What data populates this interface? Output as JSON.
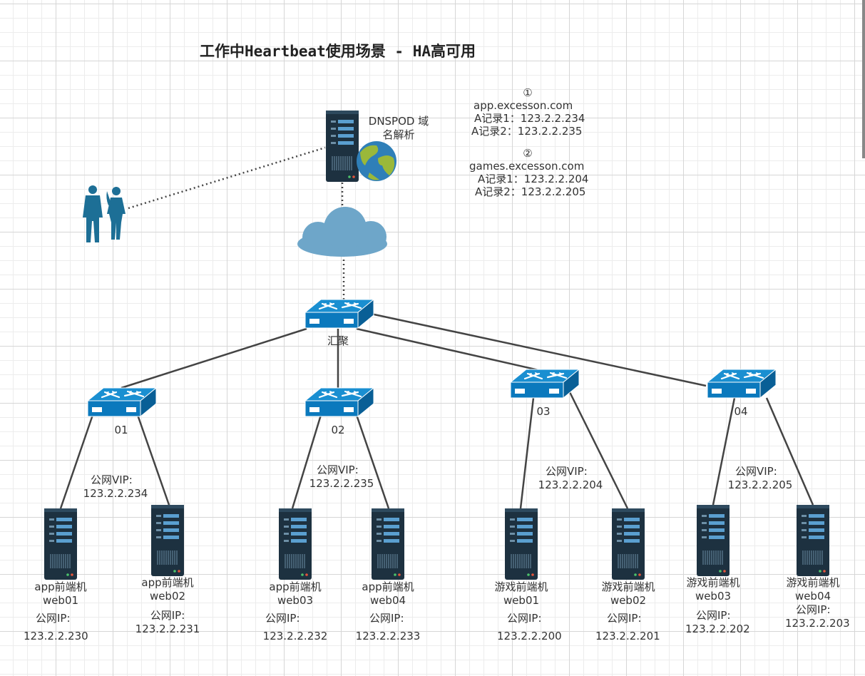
{
  "title": "工作中Heartbeat使用场景 - HA高可用",
  "dns": {
    "label_line1": "DNSPOD 域",
    "label_line2": "名解析"
  },
  "records": [
    {
      "marker": "①",
      "domain": "app.excesson.com",
      "a1": "A记录1：123.2.2.234",
      "a2": "A记录2：123.2.2.235"
    },
    {
      "marker": "②",
      "domain": "games.excesson.com",
      "a1": "A记录1：123.2.2.204",
      "a2": "A记录2：123.2.2.205"
    }
  ],
  "core_switch": {
    "label": "汇聚"
  },
  "groups": [
    {
      "switch_label": "01",
      "vip_label": "公网VIP:",
      "vip": "123.2.2.234"
    },
    {
      "switch_label": "02",
      "vip_label": "公网VIP:",
      "vip": "123.2.2.235"
    },
    {
      "switch_label": "03",
      "vip_label": "公网VIP:",
      "vip": "123.2.2.204"
    },
    {
      "switch_label": "04",
      "vip_label": "公网VIP:",
      "vip": "123.2.2.205"
    }
  ],
  "servers": [
    {
      "role": "app前端机",
      "host": "web01",
      "ip_label": "公网IP:",
      "ip": "123.2.2.230"
    },
    {
      "role": "app前端机",
      "host": "web02",
      "ip_label": "公网IP:",
      "ip": "123.2.2.231"
    },
    {
      "role": "app前端机",
      "host": "web03",
      "ip_label": "公网IP:",
      "ip": "123.2.2.232"
    },
    {
      "role": "app前端机",
      "host": "web04",
      "ip_label": "公网IP:",
      "ip": "123.2.2.233"
    },
    {
      "role": "游戏前端机",
      "host": "web01",
      "ip_label": "公网IP:",
      "ip": "123.2.2.200"
    },
    {
      "role": "游戏前端机",
      "host": "web02",
      "ip_label": "公网IP:",
      "ip": "123.2.2.201"
    },
    {
      "role": "游戏前端机",
      "host": "web03",
      "ip_label": "公网IP:",
      "ip": "123.2.2.202"
    },
    {
      "role": "游戏前端机",
      "host": "web04",
      "ip_label": "公网IP:",
      "ip": "123.2.2.203"
    }
  ],
  "colors": {
    "switch": "#0b79bd",
    "switch_top": "#1a8fd1",
    "server": "#1d3140",
    "cloud": "#6ea6c9",
    "globe_water": "#2f7fb8",
    "globe_land": "#9ab83a",
    "people": "#1d6f96",
    "line": "#444444"
  }
}
